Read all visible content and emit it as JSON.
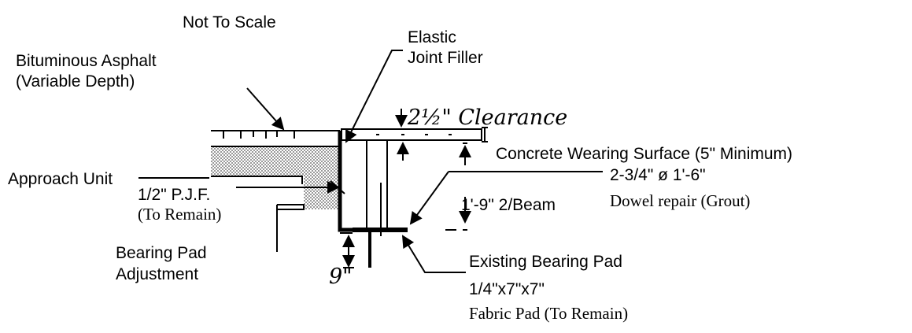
{
  "labels": {
    "scale_note": "Not To Scale",
    "asphalt_line1": "Bituminous Asphalt",
    "asphalt_line2": "(Variable Depth)",
    "filler_line1": "Elastic",
    "filler_line2": "Joint Filler",
    "clearance": "2½\" Clearance",
    "wearing_surface": "Concrete Wearing Surface (5\" Minimum)",
    "approach_unit": "Approach Unit",
    "dowel_line1": "2-3/4\" ø 1'-6\"",
    "dowel_line2": "Dowel repair (Grout)",
    "pjf_line1": "1/2\" P.J.F.",
    "pjf_line2": "(To Remain)",
    "beam_height": "1'-9\"  2/Beam",
    "bearing_adj_line1": "Bearing Pad",
    "bearing_adj_line2": "Adjustment",
    "dim_9": "9\"",
    "existing_pad_line1": "Existing Bearing Pad",
    "existing_pad_line2": "1/4\"x7\"x7\"",
    "existing_pad_line3": "Fabric Pad (To Remain)"
  }
}
